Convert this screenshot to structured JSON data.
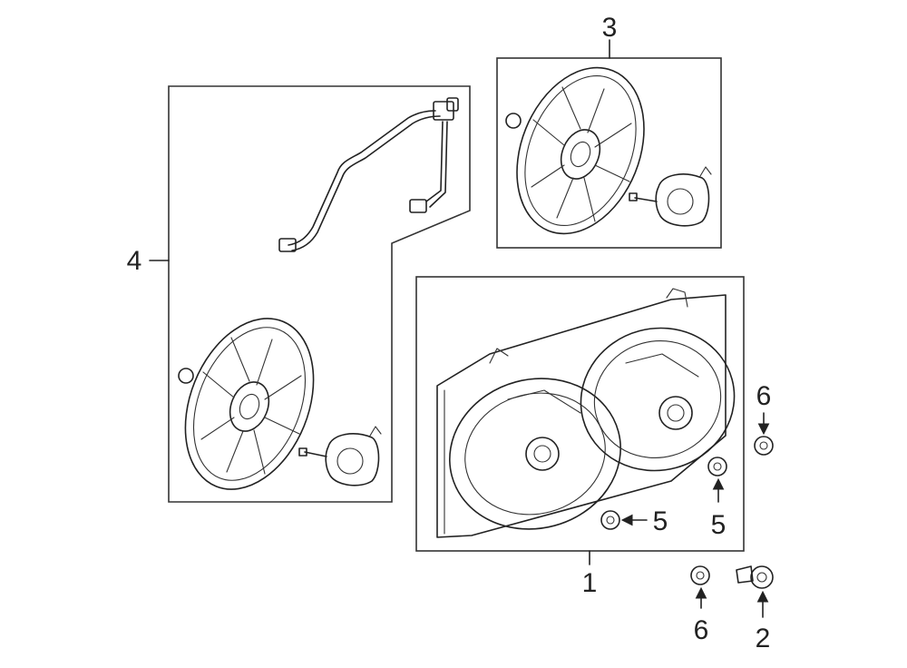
{
  "callouts": {
    "c1": "1",
    "c2": "2",
    "c3": "3",
    "c4": "4",
    "c5a": "5",
    "c5b": "5",
    "c6a": "6",
    "c6b": "6"
  },
  "colors": {
    "line": "#222222",
    "background": "#ffffff"
  }
}
